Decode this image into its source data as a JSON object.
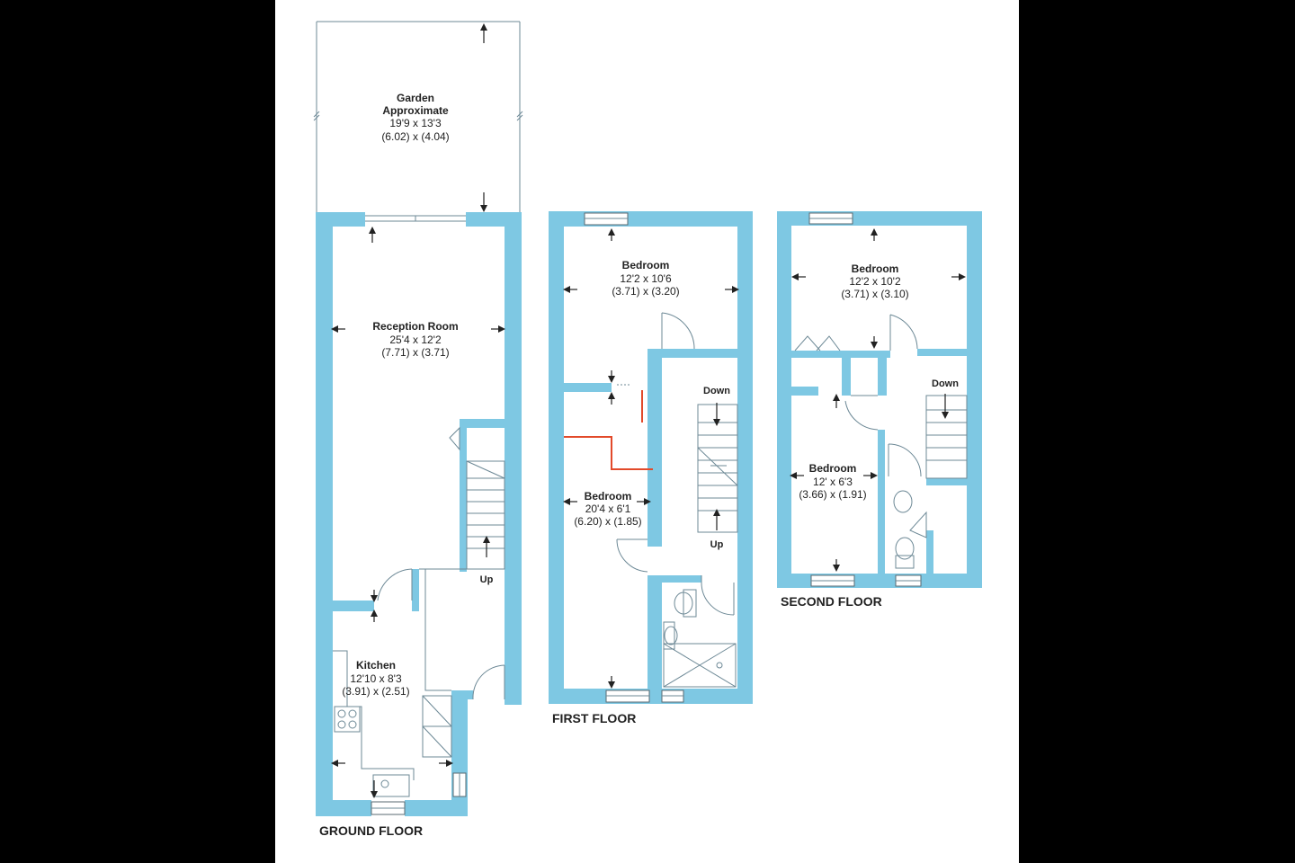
{
  "floors": {
    "ground": {
      "label": "GROUND FLOOR"
    },
    "first": {
      "label": "FIRST FLOOR"
    },
    "second": {
      "label": "SECOND FLOOR"
    }
  },
  "rooms": {
    "garden": {
      "name_line1": "Garden",
      "name_line2": "Approximate",
      "imperial": "19'9 x 13'3",
      "metric": "(6.02) x (4.04)"
    },
    "reception": {
      "name": "Reception Room",
      "imperial": "25'4 x 12'2",
      "metric": "(7.71) x (3.71)"
    },
    "kitchen": {
      "name": "Kitchen",
      "imperial": "12'10 x 8'3",
      "metric": "(3.91) x (2.51)"
    },
    "first_bedroom_front": {
      "name": "Bedroom",
      "imperial": "12'2 x 10'6",
      "metric": "(3.71) x (3.20)"
    },
    "first_bedroom_back": {
      "name": "Bedroom",
      "imperial": "20'4 x 6'1",
      "metric": "(6.20) x (1.85)"
    },
    "second_bedroom_front": {
      "name": "Bedroom",
      "imperial": "12'2 x 10'2",
      "metric": "(3.71) x (3.10)"
    },
    "second_bedroom_back": {
      "name": "Bedroom",
      "imperial": "12' x 6'3",
      "metric": "(3.66) x (1.91)"
    }
  },
  "stairs": {
    "ground_up": "Up",
    "first_down": "Down",
    "first_up": "Up",
    "second_down": "Down"
  },
  "colors": {
    "wall": "#7ec8e3",
    "background": "#ffffff",
    "outer": "#000000",
    "partition": "#e24a2a"
  }
}
